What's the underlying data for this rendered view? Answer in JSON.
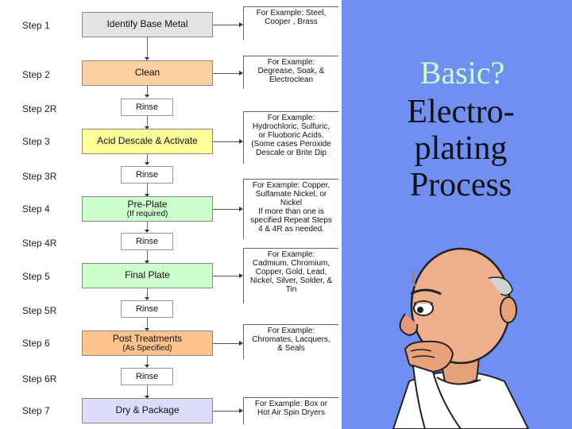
{
  "steps": [
    {
      "step": "Step 1",
      "label": "Identify Base Metal",
      "sub": "",
      "color": "#e3e3e3"
    },
    {
      "step": "Step 2",
      "label": "Clean",
      "sub": "",
      "color": "#fdd0a2"
    },
    {
      "step": "Step 3",
      "label": "Acid Descale & Activate",
      "sub": "",
      "color": "#ffff99"
    },
    {
      "step": "Step 4",
      "label": "Pre-Plate",
      "sub": "(If required)",
      "color": "#ccffcc"
    },
    {
      "step": "Step 5",
      "label": "Final Plate",
      "sub": "",
      "color": "#ccffcc"
    },
    {
      "step": "Step 6",
      "label": "Post Treatments",
      "sub": "(As Specified)",
      "color": "#fdc38c"
    },
    {
      "step": "Step 7",
      "label": "Dry & Package",
      "sub": "",
      "color": "#dcdcf8"
    }
  ],
  "rinses": [
    {
      "step": "Step 2R",
      "label": "Rinse"
    },
    {
      "step": "Step 3R",
      "label": "Rinse"
    },
    {
      "step": "Step 4R",
      "label": "Rinse"
    },
    {
      "step": "Step 5R",
      "label": "Rinse"
    },
    {
      "step": "Step 6R",
      "label": "Rinse"
    }
  ],
  "examples": [
    [
      "For Example:  Steel,",
      "Cooper , Brass"
    ],
    [
      "For Example:",
      "Degrease, Soak, &",
      "Electroclean"
    ],
    [
      "For Example:",
      "Hydrochloric, Sulfuric,",
      "or Fluoboric Acids.",
      "(Some cases Peroxide",
      "Descale or Brite Dip"
    ],
    [
      "For Example:  Copper,",
      "Sulfamate Nickel, or",
      "Nickel",
      "If more than one is",
      "specified Repeat Steps",
      "4 & 4R as needed."
    ],
    [
      "For Example:",
      "Cadmium, Chromium,",
      "Copper, Gold, Lead,",
      "Nickel, Silver, Solder, &",
      "Tin"
    ],
    [
      "For Example:",
      "Chromates, Lacquers,",
      "& Seals"
    ],
    [
      "For Example:  Box or",
      "Hot Air Spin Dryers"
    ]
  ],
  "title": {
    "question": "Basic?",
    "line1": "Electro-",
    "line2": "plating",
    "line3": "Process"
  },
  "colors": {
    "background": "#6f8ff2",
    "question": "#c8ffc8"
  },
  "illustration": "thinking-man-cartoon"
}
